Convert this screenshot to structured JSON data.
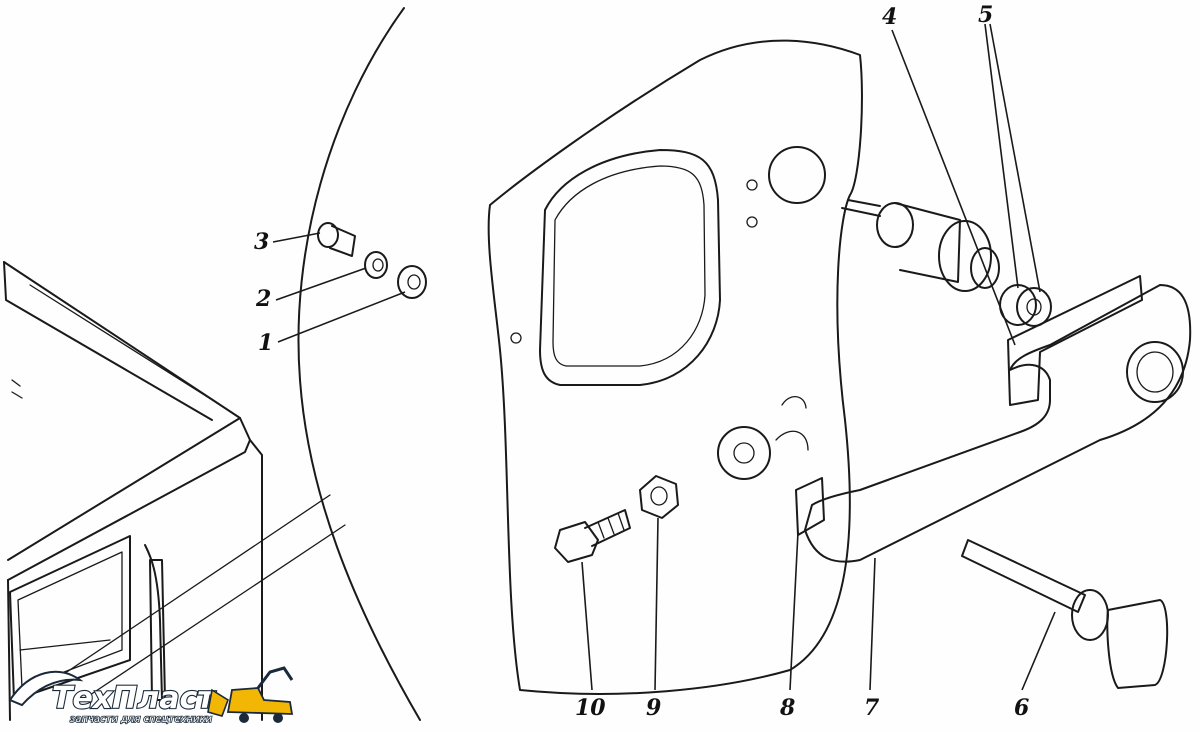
{
  "diagram": {
    "callouts": [
      {
        "id": "1",
        "label": "1"
      },
      {
        "id": "2",
        "label": "2"
      },
      {
        "id": "3",
        "label": "3"
      },
      {
        "id": "4",
        "label": "4"
      },
      {
        "id": "5",
        "label": "5"
      },
      {
        "id": "6",
        "label": "6"
      },
      {
        "id": "7",
        "label": "7"
      },
      {
        "id": "8",
        "label": "8"
      },
      {
        "id": "9",
        "label": "9"
      },
      {
        "id": "10",
        "label": "10"
      }
    ]
  },
  "watermark": {
    "brand": "ТехПласт",
    "tagline": "запчасти для спецтехники",
    "colors": {
      "fill": "#ffffff",
      "outline": "#1b2a3a",
      "accent": "#f2b705"
    }
  },
  "colors": {
    "ink": "#1a1a1a",
    "paper": "#fefefe"
  }
}
